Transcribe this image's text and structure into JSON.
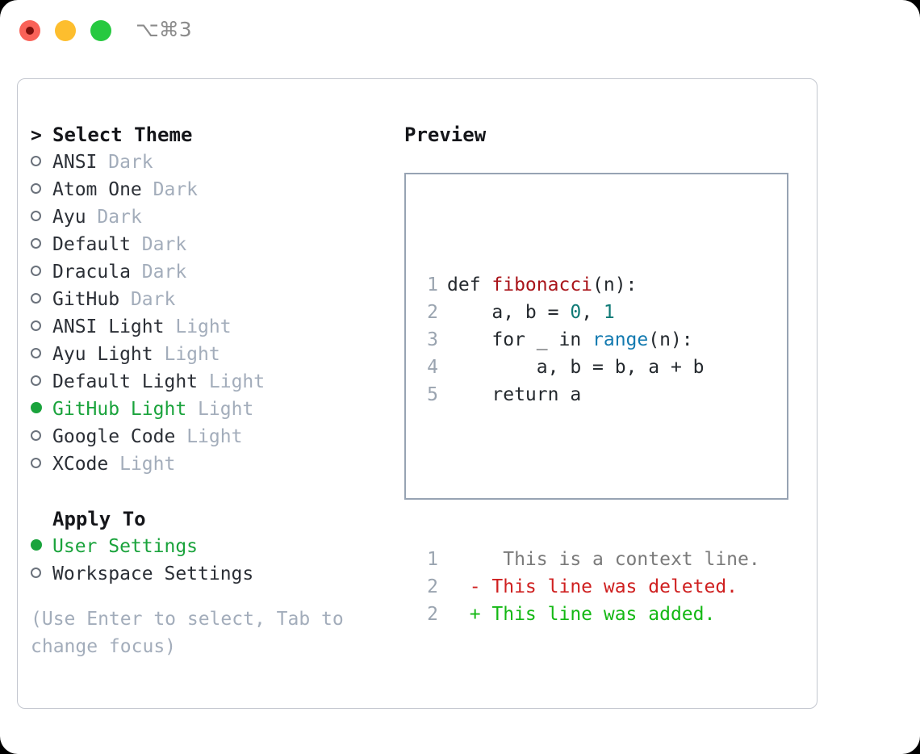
{
  "titlebar": {
    "shortcut": "⌥⌘3",
    "buttons": [
      {
        "name": "close",
        "color": "#fa6258"
      },
      {
        "name": "minimize",
        "color": "#fdbe2e"
      },
      {
        "name": "zoom",
        "color": "#26c940"
      }
    ]
  },
  "left": {
    "prompt_marker": ">",
    "heading": "Select Theme",
    "marker_selected": "●",
    "marker_unselected": "○",
    "themes": [
      {
        "marker": "○",
        "name": "ANSI",
        "suffix": "Dark",
        "selected": false
      },
      {
        "marker": "○",
        "name": "Atom One",
        "suffix": "Dark",
        "selected": false
      },
      {
        "marker": "○",
        "name": "Ayu",
        "suffix": "Dark",
        "selected": false
      },
      {
        "marker": "○",
        "name": "Default",
        "suffix": "Dark",
        "selected": false
      },
      {
        "marker": "○",
        "name": "Dracula",
        "suffix": "Dark",
        "selected": false
      },
      {
        "marker": "○",
        "name": "GitHub",
        "suffix": "Dark",
        "selected": false
      },
      {
        "marker": "○",
        "name": "ANSI Light",
        "suffix": "Light",
        "selected": false
      },
      {
        "marker": "○",
        "name": "Ayu Light",
        "suffix": "Light",
        "selected": false
      },
      {
        "marker": "○",
        "name": "Default Light",
        "suffix": "Light",
        "selected": false
      },
      {
        "marker": "●",
        "name": "GitHub Light",
        "suffix": "Light",
        "selected": true
      },
      {
        "marker": "○",
        "name": "Google Code",
        "suffix": "Light",
        "selected": false
      },
      {
        "marker": "○",
        "name": "XCode",
        "suffix": "Light",
        "selected": false
      }
    ],
    "apply_to_heading": "Apply To",
    "apply_to": [
      {
        "marker": "●",
        "name": "User Settings",
        "selected": true
      },
      {
        "marker": "○",
        "name": "Workspace Settings",
        "selected": false
      }
    ],
    "hint": "(Use Enter to select, Tab to change focus)"
  },
  "right": {
    "title": "Preview",
    "code_lines": [
      {
        "no": "1",
        "tokens": [
          {
            "t": "def ",
            "k": "plain"
          },
          {
            "t": "fibonacci",
            "k": "fn"
          },
          {
            "t": "(n):",
            "k": "plain"
          }
        ]
      },
      {
        "no": "2",
        "tokens": [
          {
            "t": "    a, b = ",
            "k": "plain"
          },
          {
            "t": "0",
            "k": "num"
          },
          {
            "t": ", ",
            "k": "plain"
          },
          {
            "t": "1",
            "k": "num"
          }
        ]
      },
      {
        "no": "3",
        "tokens": [
          {
            "t": "    for _ in ",
            "k": "plain"
          },
          {
            "t": "range",
            "k": "call"
          },
          {
            "t": "(n):",
            "k": "plain"
          }
        ]
      },
      {
        "no": "4",
        "tokens": [
          {
            "t": "        a, b = b, a + b",
            "k": "plain"
          }
        ]
      },
      {
        "no": "5",
        "tokens": [
          {
            "t": "    return a",
            "k": "plain"
          }
        ]
      }
    ],
    "diff_lines": [
      {
        "no": "1",
        "sign": " ",
        "text": "  This is a context line.",
        "k": "ctx"
      },
      {
        "no": "2",
        "sign": "-",
        "text": " This line was deleted.",
        "k": "del"
      },
      {
        "no": "2",
        "sign": "+",
        "text": " This line was added.",
        "k": "add"
      }
    ]
  },
  "colors": {
    "accent_green": "#1aa33c",
    "muted": "#a3adbb",
    "diff_add": "#14b814",
    "diff_del": "#cf2020",
    "syntax_fn": "#a9141a",
    "syntax_num": "#0f7a76",
    "syntax_call": "#137ab0"
  }
}
